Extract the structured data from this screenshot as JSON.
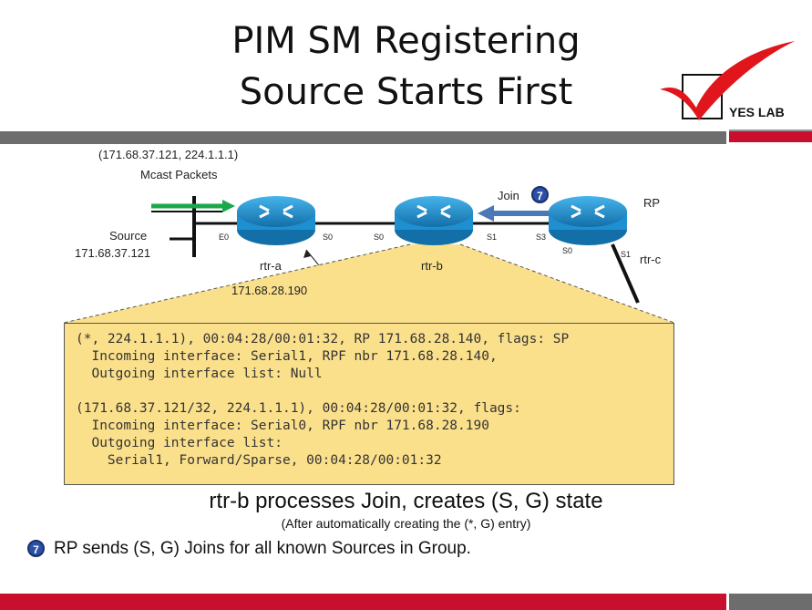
{
  "slide": {
    "title_line1": "PIM SM Registering",
    "title_line2": "Source Starts First",
    "logo_text": "YES LAB"
  },
  "diagram": {
    "packet_tuple": "(171.68.37.121,  224.1.1.1)",
    "packet_label": "Mcast Packets",
    "source_label": "Source",
    "source_ip": "171.68.37.121",
    "join_label": "Join",
    "step_number": "7",
    "rp_label": "RP",
    "routers": [
      {
        "name": "rtr-a"
      },
      {
        "name": "rtr-b"
      },
      {
        "name": "rtr-c"
      }
    ],
    "interfaces": {
      "rtr_a_e0": "E0",
      "rtr_a_s0": "S0",
      "rtr_b_s0": "S0",
      "rtr_b_s1": "S1",
      "rtr_c_s3": "S3",
      "rtr_c_s0": "S0",
      "rtr_c_s1": "S1"
    },
    "link_ip": "171.68.28.190"
  },
  "mroute_table": {
    "lines": [
      "(*, 224.1.1.1), 00:04:28/00:01:32, RP 171.68.28.140, flags: SP",
      "  Incoming interface: Serial1, RPF nbr 171.68.28.140,",
      "  Outgoing interface list: Null",
      "",
      "(171.68.37.121/32, 224.1.1.1), 00:04:28/00:01:32, flags:",
      "  Incoming interface: Serial0, RPF nbr 171.68.28.190",
      "  Outgoing interface list:",
      "    Serial1, Forward/Sparse, 00:04:28/00:01:32"
    ]
  },
  "captions": {
    "main": "rtr-b processes Join, creates (S, G) state",
    "sub": "(After automatically creating the (*, G) entry)",
    "bullet_number": "7",
    "bullet": "RP sends (S, G) Joins for all known Sources in Group."
  },
  "colors": {
    "accent_red": "#c8102e",
    "router_blue": "#1e8fd0",
    "box_yellow": "#fbe08c",
    "join_arrow": "#4a78b8",
    "packet_arrow": "#1aa84a"
  }
}
